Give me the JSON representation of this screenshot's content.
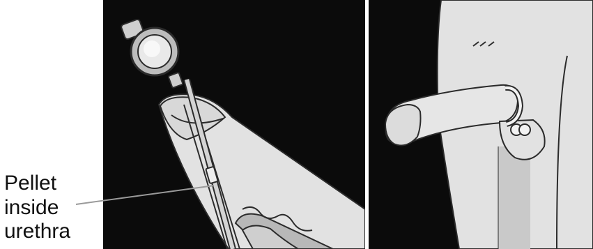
{
  "callout": {
    "lines": [
      "Pellet",
      "inside",
      "urethra"
    ]
  },
  "colors": {
    "background": "#0b0b0b",
    "skin": "#e2e2e2",
    "skin_shadow": "#cfcfcf",
    "outline": "#2b2b2b",
    "inner_tissue": "#b8b8b8",
    "leader_line": "#9a9a9a",
    "band": "#f3f3f3"
  },
  "icons": {
    "applicator": "muse-applicator-illustration",
    "constriction": "erection-ring-illustration"
  }
}
